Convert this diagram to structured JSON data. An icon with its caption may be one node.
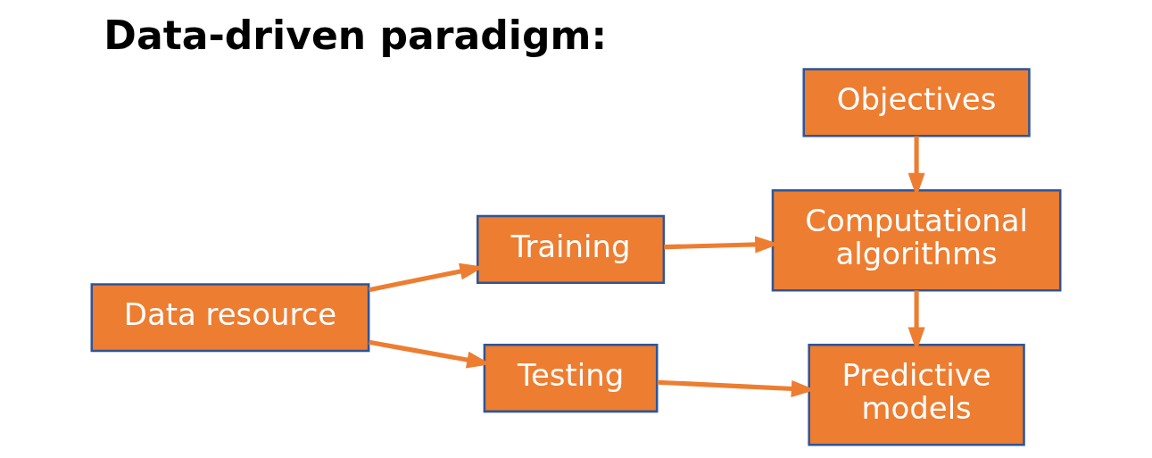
{
  "diagram": {
    "title": "Data-driven paradigm:",
    "nodes": [
      {
        "text": [
          "Objectives"
        ]
      },
      {
        "text": [
          "Training"
        ]
      },
      {
        "text": [
          "Computational algorithms"
        ]
      },
      {
        "text": [
          "Data resource"
        ]
      },
      {
        "text": [
          "Testing"
        ]
      },
      {
        "text": [
          "Predictive models"
        ]
      }
    ],
    "edges": [
      {
        "from": 0,
        "to": 2,
        "arrow": "to"
      },
      {
        "from": 2,
        "to": 5,
        "arrow": "to"
      },
      {
        "from": 3,
        "to": 1,
        "arrow": "to"
      },
      {
        "from": 3,
        "to": 4,
        "arrow": "to"
      },
      {
        "from": 1,
        "to": 2,
        "arrow": "to"
      },
      {
        "from": 4,
        "to": 5,
        "arrow": "to"
      }
    ]
  }
}
